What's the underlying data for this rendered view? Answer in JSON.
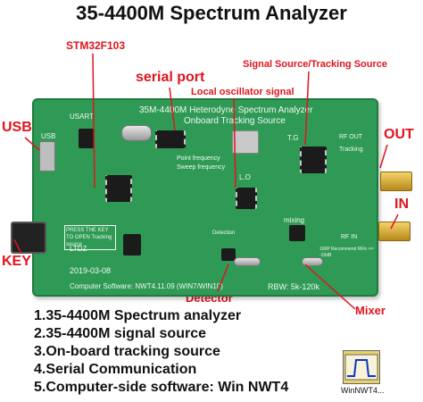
{
  "title": "35-4400M  Spectrum Analyzer",
  "callouts": {
    "stm32": "STM32F103",
    "serial_port": "serial port",
    "signal_source": "Signal Source/Tracking Source",
    "local_osc": "Local oscillator signal",
    "usb": "USB",
    "out": "OUT",
    "in": "IN",
    "key": "KEY",
    "detector": "Detector",
    "mixer": "Mixer"
  },
  "board": {
    "usart": "USART",
    "title_line1": "35M-4400M Heterodyne Spectrum Analyzer",
    "title_line2": "Onboard Tracking Source",
    "usb": "USB",
    "tg": "T.G",
    "rf_out": "RF OUT",
    "tracking": "Tracking",
    "point_freq": "Point frequency",
    "sweep_freq": "Sweep frequency",
    "lo": "L.O",
    "ltdz": "LTDZ",
    "date": "2019-03-08",
    "press_key": "PRESS THE KEY TO OPEN Tracking source",
    "mixing": "mixing",
    "rf_in": "RF IN",
    "recommend": "100P Recommend RFin <= -10dB",
    "detection": "Detection",
    "rbw": "RBW: 5k-120k",
    "software": "Computer Software:  NWT4.11.09 (WIN7/WIN10)"
  },
  "features": [
    "1.35-4400M Spectrum analyzer",
    "2.35-4400M signal source",
    "3.On-board tracking source",
    "4.Serial Communication",
    "5.Computer-side software: Win NWT4"
  ],
  "app_icon": {
    "label": "WinNWT4...",
    "icon": "winnwt4-app-icon"
  },
  "colors": {
    "callout_red": "#e0141e",
    "pcb_green": "#2f9a55"
  }
}
